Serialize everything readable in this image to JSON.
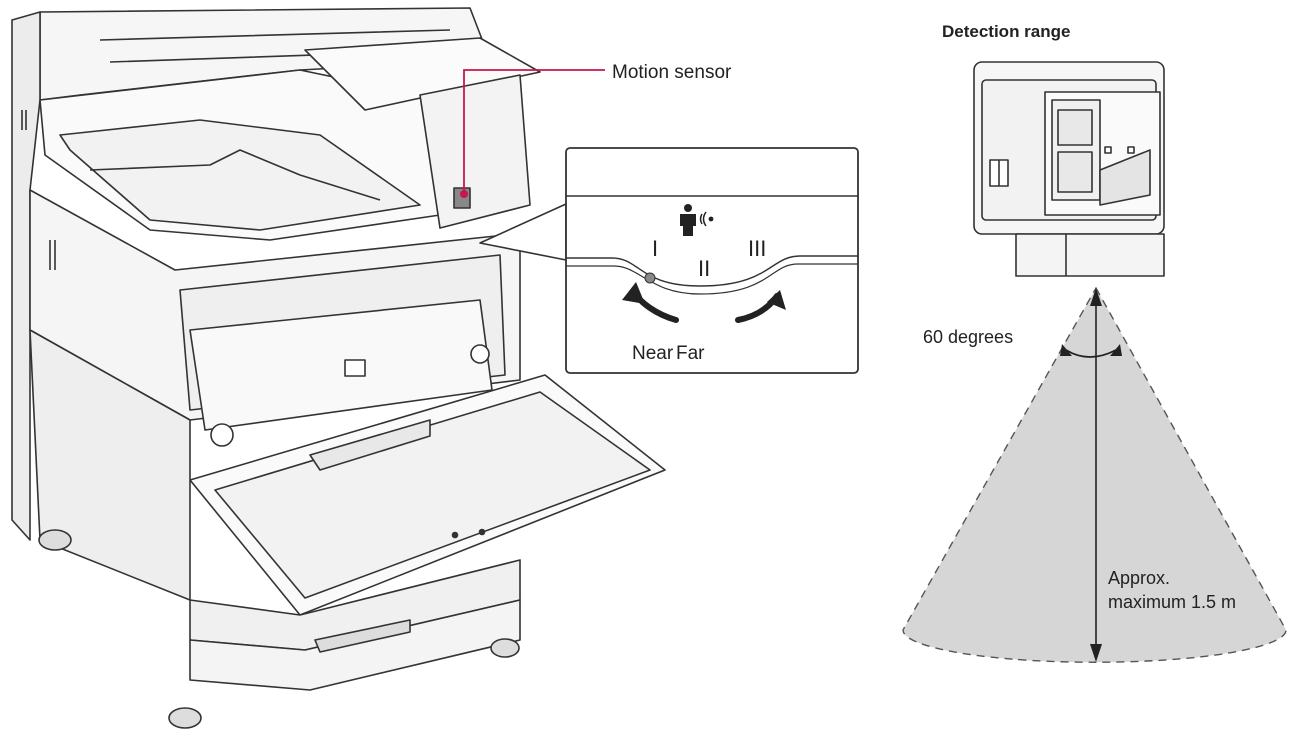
{
  "labels": {
    "motion_sensor": "Motion sensor",
    "detection_range": "Detection range",
    "angle": "60 degrees",
    "distance": "Approx. maximum 1.5 m",
    "near": "Near",
    "far": "Far"
  },
  "switch_positions": [
    "I",
    "II",
    "III"
  ],
  "colors": {
    "line": "#333333",
    "callout": "#c8174a",
    "range_fill": "#d6d6d6",
    "machine_fill": "#f4f4f4"
  },
  "icons": [
    "person-wave-icon",
    "arrow-left-icon",
    "arrow-right-icon"
  ]
}
